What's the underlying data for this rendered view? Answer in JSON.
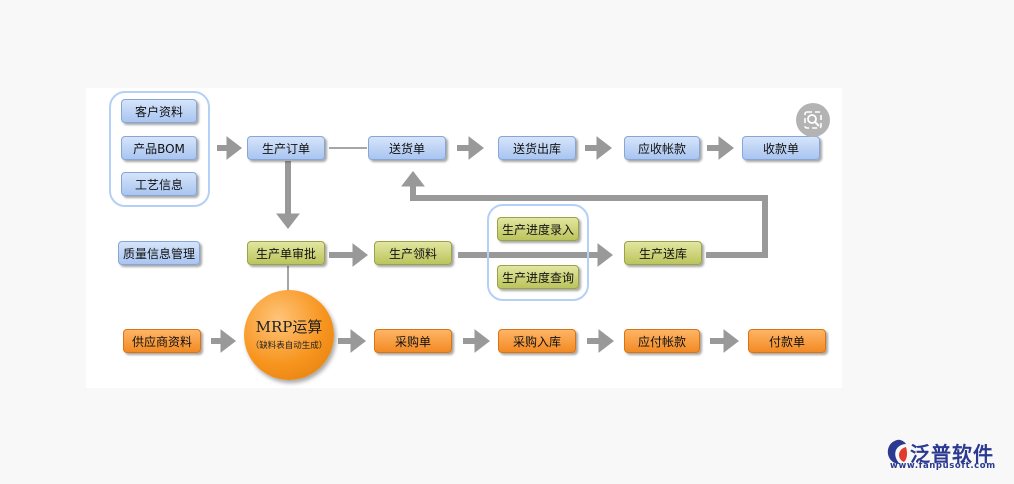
{
  "colors": {
    "blue": "#a9c5f0",
    "yellow": "#bcc45c",
    "orange": "#f28a24",
    "arrow": "#999999",
    "group_border": "#b4d0f4"
  },
  "nodes": {
    "customer_info": "客户资料",
    "product_bom": "产品BOM",
    "process_info": "工艺信息",
    "production_order": "生产订单",
    "delivery_note": "送货单",
    "delivery_out": "送货出库",
    "receivable_account": "应收帐款",
    "receipt": "收款单",
    "quality_info": "质量信息管理",
    "production_approval": "生产单审批",
    "production_material": "生产领料",
    "progress_entry": "生产进度录入",
    "progress_query": "生产进度查询",
    "production_delivery": "生产送库",
    "supplier_info": "供应商资料",
    "purchase_order": "采购单",
    "purchase_in": "采购入库",
    "payable_account": "应付帐款",
    "payment": "付款单"
  },
  "mrp": {
    "title": "MRP运算",
    "subtitle": "（缺料表自动生成）"
  },
  "zoom_icon": "zoom-icon",
  "logo": {
    "brand": "泛普软件",
    "url": "www.fanpusoft.com"
  }
}
